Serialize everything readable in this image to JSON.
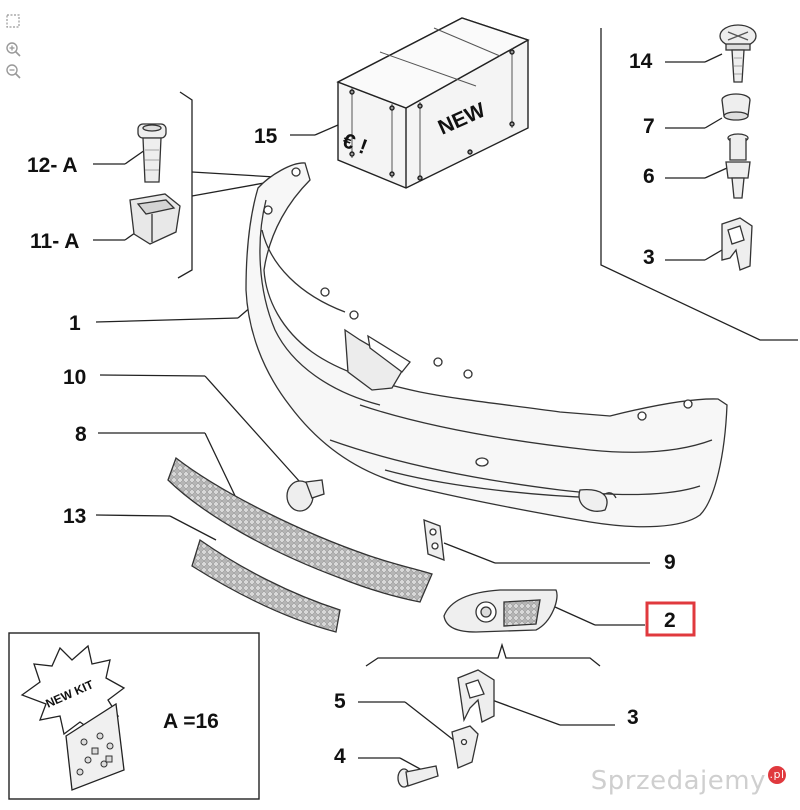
{
  "toolbar": {
    "icons": [
      "fit-page-icon",
      "zoom-in-icon",
      "zoom-out-icon"
    ]
  },
  "callouts": {
    "c1": "1",
    "c2": "2",
    "c3a": "3",
    "c3b": "3",
    "c4": "4",
    "c5": "5",
    "c6": "6",
    "c7": "7",
    "c8": "8",
    "c9": "9",
    "c10": "10",
    "c11": "11- A",
    "c12": "12- A",
    "c13": "13",
    "c14": "14",
    "c15": "15"
  },
  "highlight_color": "#e0393e",
  "box_text": {
    "euro": "€ !",
    "new": "NEW"
  },
  "kit": {
    "badge": "NEW KIT",
    "label": "A =16"
  },
  "watermark": {
    "text": "Sprzedajemy",
    "suffix": ".pl"
  }
}
